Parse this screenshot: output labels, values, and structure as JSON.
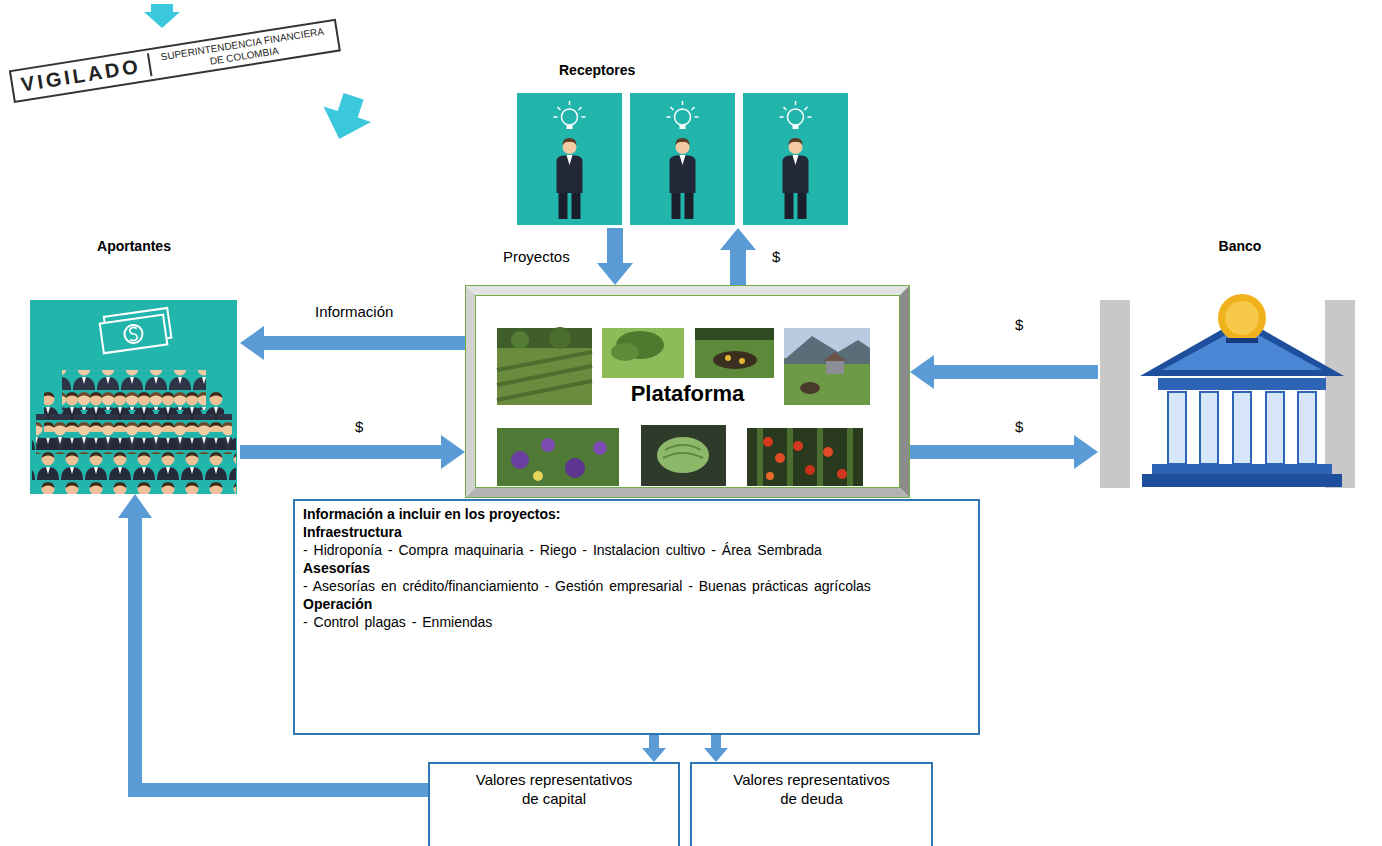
{
  "diagram": {
    "nodes": [
      {
        "text": [
          "VIGILADO",
          "SUPERINTENDENCIA FINANCIERA DE COLOMBIA"
        ]
      },
      {
        "text": [
          "Receptores"
        ]
      },
      {
        "text": [
          "Aportantes"
        ]
      },
      {
        "text": [
          "Plataforma"
        ]
      },
      {
        "text": [
          "Banco"
        ]
      },
      {
        "text": [
          "Información a incluir en los proyectos:",
          "Infraestructura",
          "- Hidroponía - Compra maquinaria - Riego - Instalacion cultivo - Área Sembrada",
          "Asesorías",
          "- Asesorías en crédito/financiamiento - Gestión empresarial - Buenas prácticas agrícolas",
          "Operación",
          "- Control plagas - Enmiendas"
        ]
      },
      {
        "text": [
          "Valores representativos de capital"
        ]
      },
      {
        "text": [
          "Valores representativos de deuda"
        ]
      }
    ],
    "edges": [
      {
        "from": 3,
        "to": 2,
        "label": "Información",
        "arrow": "to"
      },
      {
        "from": 2,
        "to": 3,
        "label": "$",
        "arrow": "to"
      },
      {
        "from": 1,
        "to": 3,
        "label": "Proyectos",
        "arrow": "to"
      },
      {
        "from": 3,
        "to": 1,
        "label": "$",
        "arrow": "to"
      },
      {
        "from": 4,
        "to": 3,
        "label": "$",
        "arrow": "to"
      },
      {
        "from": 3,
        "to": 4,
        "label": "$",
        "arrow": "to"
      },
      {
        "from": 5,
        "to": 6,
        "arrow": "to"
      },
      {
        "from": 5,
        "to": 7,
        "arrow": "to"
      },
      {
        "from": 6,
        "to": 2,
        "arrow": "to"
      }
    ]
  }
}
